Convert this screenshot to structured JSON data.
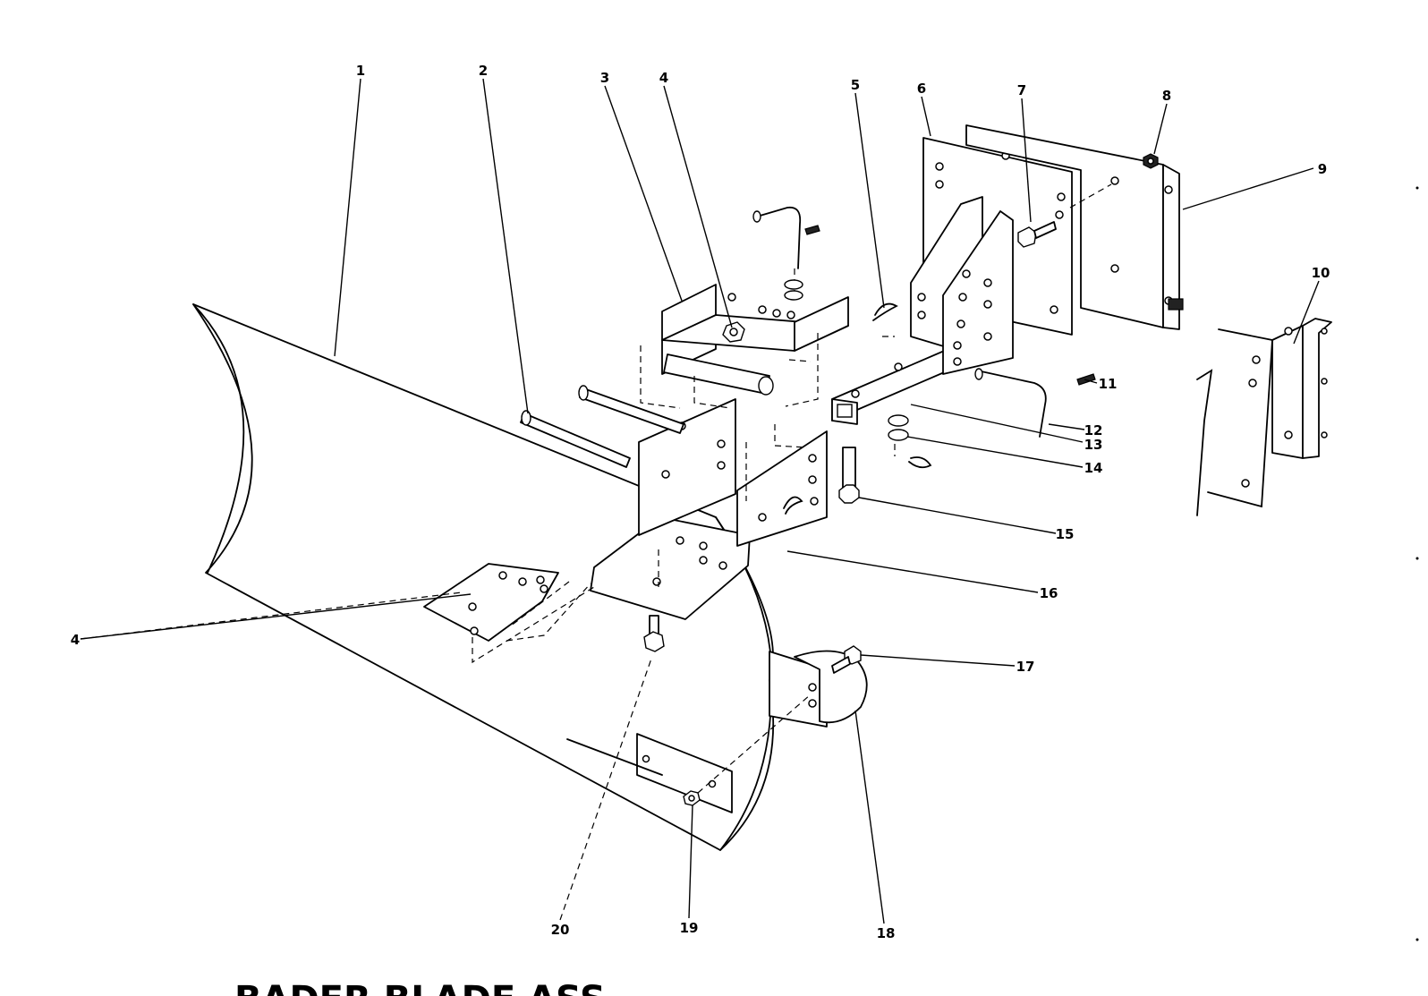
{
  "diagram": {
    "title_fragment": "BADER BLADE ASS",
    "callouts": [
      {
        "id": "c1",
        "label": "1"
      },
      {
        "id": "c2",
        "label": "2"
      },
      {
        "id": "c3",
        "label": "3"
      },
      {
        "id": "c4a",
        "label": "4"
      },
      {
        "id": "c4b",
        "label": "4"
      },
      {
        "id": "c5",
        "label": "5"
      },
      {
        "id": "c6",
        "label": "6"
      },
      {
        "id": "c7",
        "label": "7"
      },
      {
        "id": "c8",
        "label": "8"
      },
      {
        "id": "c9",
        "label": "9"
      },
      {
        "id": "c10",
        "label": "10"
      },
      {
        "id": "c11",
        "label": "11"
      },
      {
        "id": "c12",
        "label": "12"
      },
      {
        "id": "c13",
        "label": "13"
      },
      {
        "id": "c14",
        "label": "14"
      },
      {
        "id": "c15",
        "label": "15"
      },
      {
        "id": "c16",
        "label": "16"
      },
      {
        "id": "c17",
        "label": "17"
      },
      {
        "id": "c18",
        "label": "18"
      },
      {
        "id": "c19",
        "label": "19"
      },
      {
        "id": "c20",
        "label": "20"
      }
    ]
  }
}
